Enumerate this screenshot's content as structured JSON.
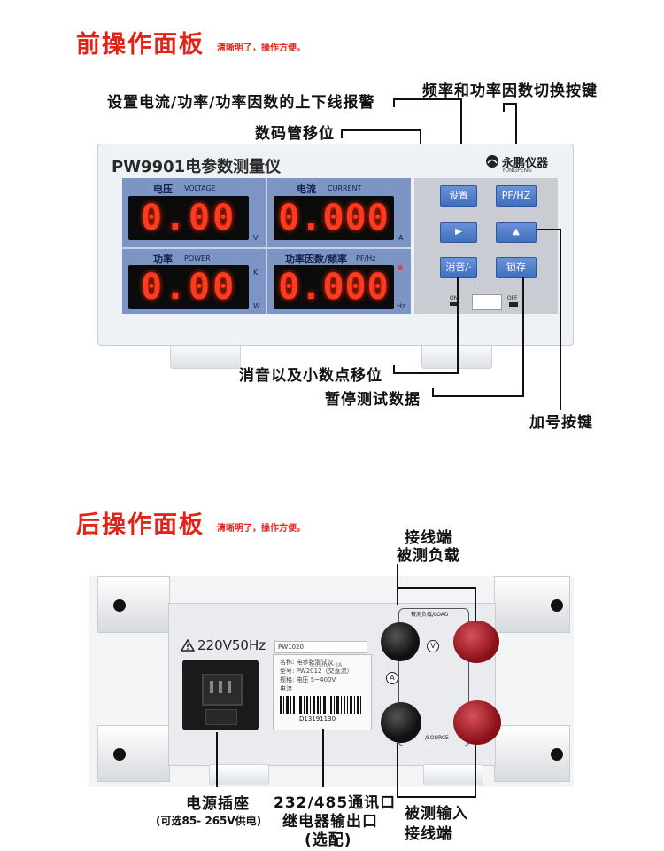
{
  "front": {
    "title": "前操作面板",
    "subtitle": "清晰明了，操作方便。",
    "device": {
      "model": "PW9901电参数测量仪",
      "brand": "永鹏仪器",
      "brand_en": "YONGPENG",
      "voltage_label": "电压",
      "voltage_label_en": "VOLTAGE",
      "voltage_value": "0.00",
      "voltage_unit": "V",
      "current_label": "电流",
      "current_label_en": "CURRENT",
      "current_value": "0.000",
      "current_unit": "A",
      "power_label": "功率",
      "power_label_en": "POWER",
      "power_value": "0.00",
      "power_unit_top": "K",
      "power_unit": "W",
      "pf_label": "功率因数/频率",
      "pf_label_en": "PF/Hz",
      "pf_value": "0.000",
      "pf_unit": "Hz",
      "keys": {
        "set": "设置",
        "pfhz": "PF/HZ",
        "right": "▶",
        "up": "▲",
        "mute": "消音/·",
        "lock": "锁存"
      },
      "on_label": "ON",
      "off_label": "OFF"
    },
    "annotations": {
      "alarm": "设置电流/功率/功率因数的上下线报警",
      "switch": "频率和功率因数切换按键",
      "digit": "数码管移位",
      "mute": "消音以及小数点移位",
      "hold": "暂停测试数据",
      "plus": "加号按键"
    }
  },
  "rear": {
    "title": "后操作面板",
    "subtitle": "清晰明了，操作方便。",
    "device": {
      "power_rating": "220V50Hz",
      "label_top": "PW1020",
      "label_lines": [
        "名称: 电参数测试仪",
        "型号: PW2012（交直流）",
        "规格: 电压 5~400V",
        "电流"
      ],
      "label_overlay": "0.05mA~2A",
      "serial": "D13191130",
      "load_label": "被测负载/LOAD",
      "source_label": "/SOURCE",
      "v_mark": "V",
      "a_mark": "A"
    },
    "annotations": {
      "load_line1": "接线端",
      "load_line2": "被测负载",
      "power_socket": "电源插座",
      "power_socket_note": "(可选85- 265V供电)",
      "comm_line1": "232/485通讯口",
      "comm_line2": "继电器输出口",
      "comm_line3": "(选配)",
      "input_line1": "被测输入",
      "input_line2": "接线端"
    }
  },
  "colors": {
    "accent_red": "#e2231a",
    "display_bg": "#7d95c4",
    "led": "#ff3b1f",
    "key_blue": "#4a7bc8"
  }
}
